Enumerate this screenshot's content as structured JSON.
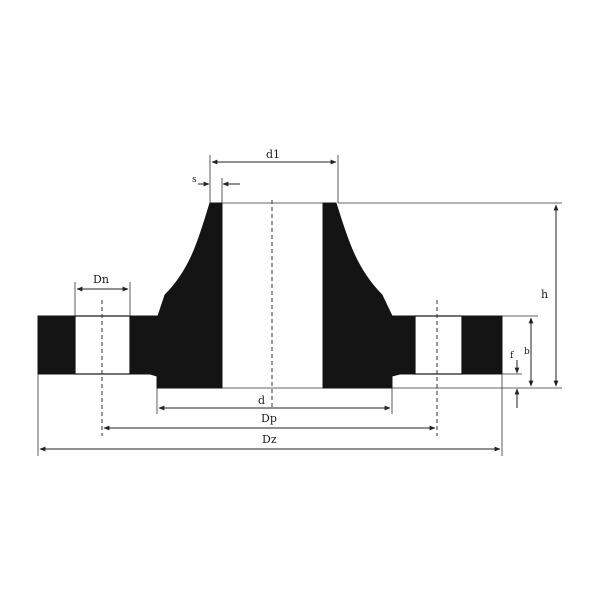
{
  "labels": {
    "d1": "d1",
    "s": "s",
    "h": "h",
    "b": "b",
    "f": "f",
    "dn": "Dn",
    "d": "d",
    "dp": "Dp",
    "dz": "Dz"
  },
  "colors": {
    "section": "#141414",
    "line": "#222222",
    "background": "#ffffff"
  }
}
